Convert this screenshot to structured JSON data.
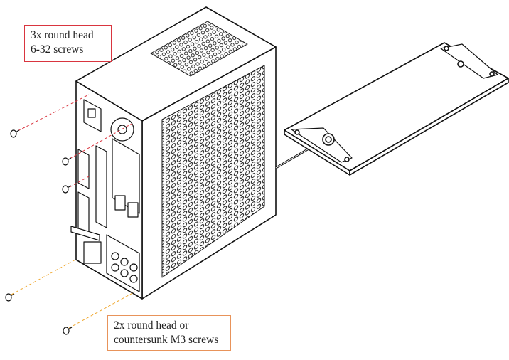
{
  "callouts": {
    "top": {
      "lines": [
        "3x round head",
        "6-32 screws"
      ],
      "color": "#d9353f"
    },
    "bottom": {
      "lines": [
        "2x round head or",
        "countersunk M3 screws"
      ],
      "color": "#e8935a"
    }
  },
  "colors": {
    "line": "#111111",
    "red_guide": "#d9353f",
    "orange_guide": "#f0a830"
  }
}
